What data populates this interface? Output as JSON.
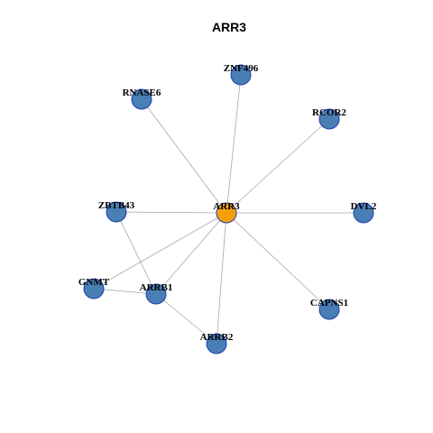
{
  "title": "ARR3",
  "colors": {
    "center_node": "#f5a00a",
    "node": "#4a7fb5",
    "node_border": "#1f3fb0",
    "edge": "#a8a8a8"
  },
  "nodes": [
    {
      "id": "ARR3",
      "label": "ARR3",
      "role": "center"
    },
    {
      "id": "ZNF496",
      "label": "ZNF496",
      "role": "neighbor"
    },
    {
      "id": "RNASE6",
      "label": "RNASE6",
      "role": "neighbor"
    },
    {
      "id": "RCOR2",
      "label": "RCOR2",
      "role": "neighbor"
    },
    {
      "id": "ZBTB43",
      "label": "ZBTB43",
      "role": "neighbor"
    },
    {
      "id": "DVL2",
      "label": "DVL2",
      "role": "neighbor"
    },
    {
      "id": "GNMT",
      "label": "GNMT",
      "role": "neighbor"
    },
    {
      "id": "ARRB1",
      "label": "ARRB1",
      "role": "neighbor"
    },
    {
      "id": "CAPNS1",
      "label": "CAPNS1",
      "role": "neighbor"
    },
    {
      "id": "ARRB2",
      "label": "ARRB2",
      "role": "neighbor"
    }
  ],
  "edges": [
    [
      "ARR3",
      "ZNF496"
    ],
    [
      "ARR3",
      "RNASE6"
    ],
    [
      "ARR3",
      "RCOR2"
    ],
    [
      "ARR3",
      "ZBTB43"
    ],
    [
      "ARR3",
      "DVL2"
    ],
    [
      "ARR3",
      "GNMT"
    ],
    [
      "ARR3",
      "ARRB1"
    ],
    [
      "ARR3",
      "CAPNS1"
    ],
    [
      "ARR3",
      "ARRB2"
    ],
    [
      "ZBTB43",
      "ARRB1"
    ],
    [
      "GNMT",
      "ARRB1"
    ],
    [
      "ARRB1",
      "ARRB2"
    ]
  ]
}
